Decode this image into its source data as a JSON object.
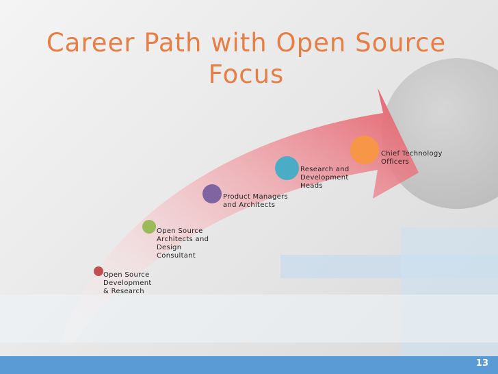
{
  "slide": {
    "title_line1": "Career Path with Open Source",
    "title_line2": "Focus",
    "page_number": "13"
  },
  "steps": [
    {
      "label": "Open Source\nDevelopment\n& Research",
      "color": "#c0504d"
    },
    {
      "label": "Open Source\nArchitects and\nDesign\nConsultant",
      "color": "#9bbb59"
    },
    {
      "label": "Product Managers\nand Architects",
      "color": "#8064a2"
    },
    {
      "label": "Research and\nDevelopment\nHeads",
      "color": "#4bacc6"
    },
    {
      "label": "Chief Technology\nOfficers",
      "color": "#f79646"
    }
  ],
  "colors": {
    "title": "#e67e45",
    "arrow": "#e35c67",
    "footer_bar": "#5b9bd5"
  }
}
